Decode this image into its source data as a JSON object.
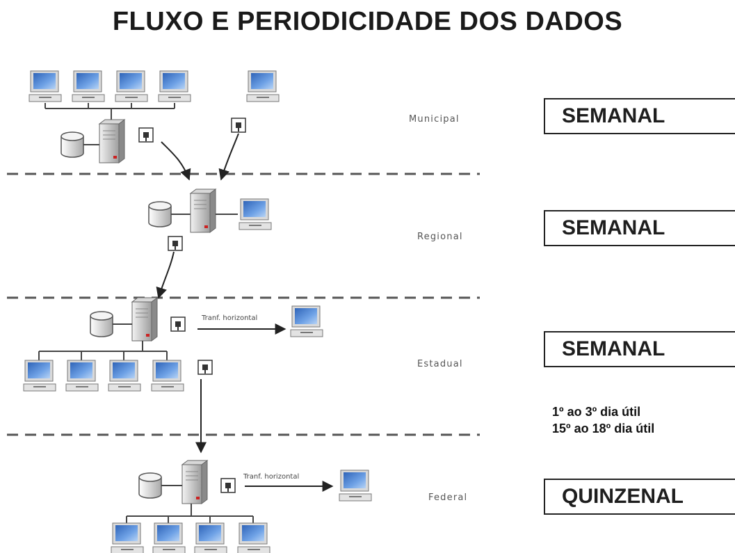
{
  "title": "FLUXO E PERIODICIDADE DOS DADOS",
  "levels": [
    {
      "label": "Municipal",
      "frequency": "SEMANAL"
    },
    {
      "label": "Regional",
      "frequency": "SEMANAL"
    },
    {
      "label": "Estadual",
      "frequency": "SEMANAL"
    },
    {
      "label": "Federal",
      "frequency": "QUINZENAL"
    }
  ],
  "schedule_note": [
    "1º ao 3º dia útil",
    "15º ao 18º dia útil"
  ],
  "transfer_label": "Tranf. horizontal",
  "colors": {
    "screen": "#5b8fd6",
    "server": "#bdbdbd",
    "server_light": "#e6e6e6",
    "divider": "#555555",
    "server_led": "#cc2222"
  }
}
